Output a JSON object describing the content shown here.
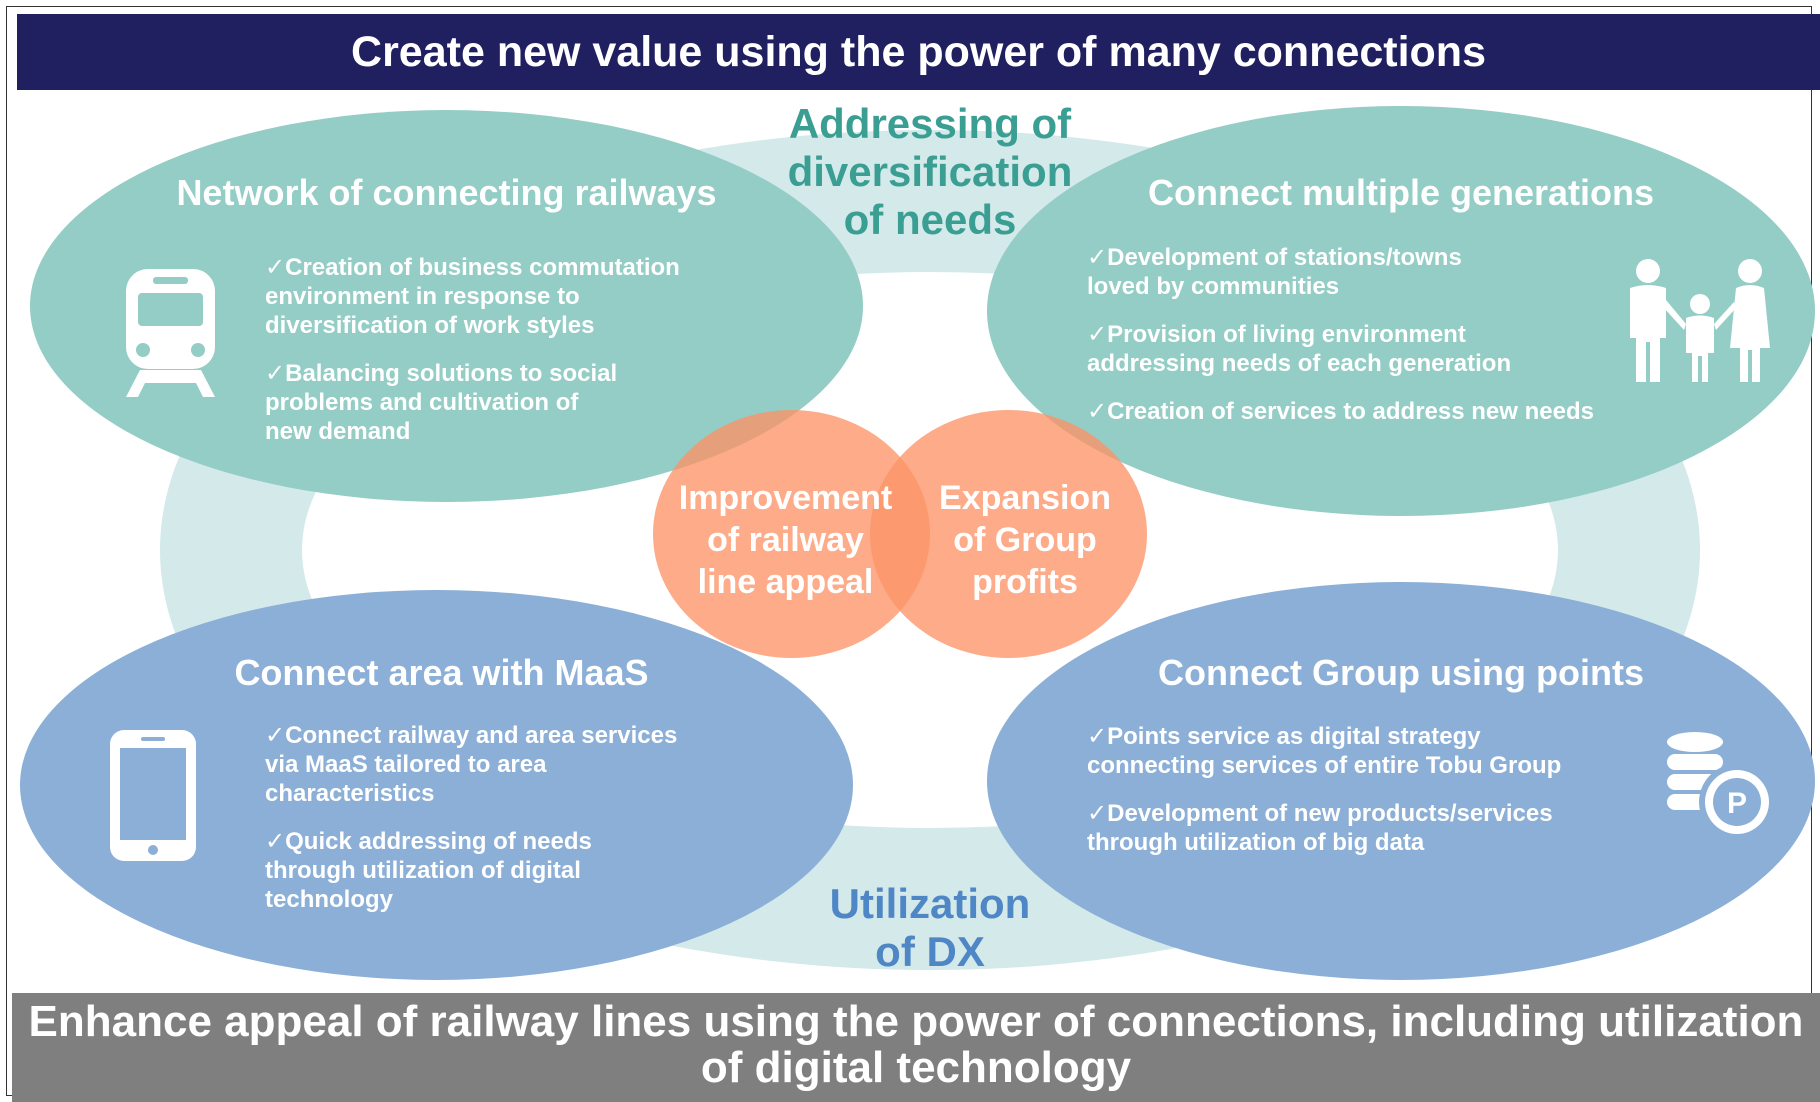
{
  "header": {
    "title": "Create new value using the power of many connections"
  },
  "footer": {
    "text": "Enhance appeal of railway lines using the power of connections, including utilization of digital technology"
  },
  "ring_labels": {
    "top": "Addressing of\ndiversification\nof needs",
    "bottom": "Utilization\nof DX"
  },
  "center": {
    "left": "Improvement\nof railway\nline appeal",
    "right": "Expansion\nof Group\nprofits"
  },
  "nodes": {
    "railways": {
      "title": "Network of connecting railways",
      "icon": "train-icon",
      "bullets": [
        "✓Creation of business commutation\n environment in response to\n diversification of work styles",
        "✓Balancing solutions to social\n problems and cultivation of\n new demand"
      ]
    },
    "generations": {
      "title": "Connect multiple generations",
      "icon": "family-icon",
      "bullets": [
        "✓Development of stations/towns\n loved by communities",
        "✓Provision of living environment\n addressing needs of each generation",
        "✓Creation of services to address new needs"
      ]
    },
    "maas": {
      "title": "Connect area with MaaS",
      "icon": "smartphone-icon",
      "bullets": [
        "✓Connect railway and area services\n via MaaS tailored to area\n characteristics",
        "✓Quick addressing of needs\n through utilization of digital\n technology"
      ]
    },
    "points": {
      "title": "Connect Group using points",
      "icon": "coins-points-icon",
      "icon_letter": "P",
      "bullets": [
        "✓Points service as digital strategy\n connecting services of entire Tobu Group",
        "✓Development of new products/services\n through utilization of big data"
      ]
    }
  },
  "colors": {
    "banner_top": "#201f5f",
    "banner_bottom": "#7f7f7f",
    "ring": "#d3e9ea",
    "teal": "#93cdc5",
    "blue": "#8bafd7",
    "orange": "#fc9467",
    "label_teal": "#3a9e93",
    "label_blue": "#4f86c6"
  }
}
